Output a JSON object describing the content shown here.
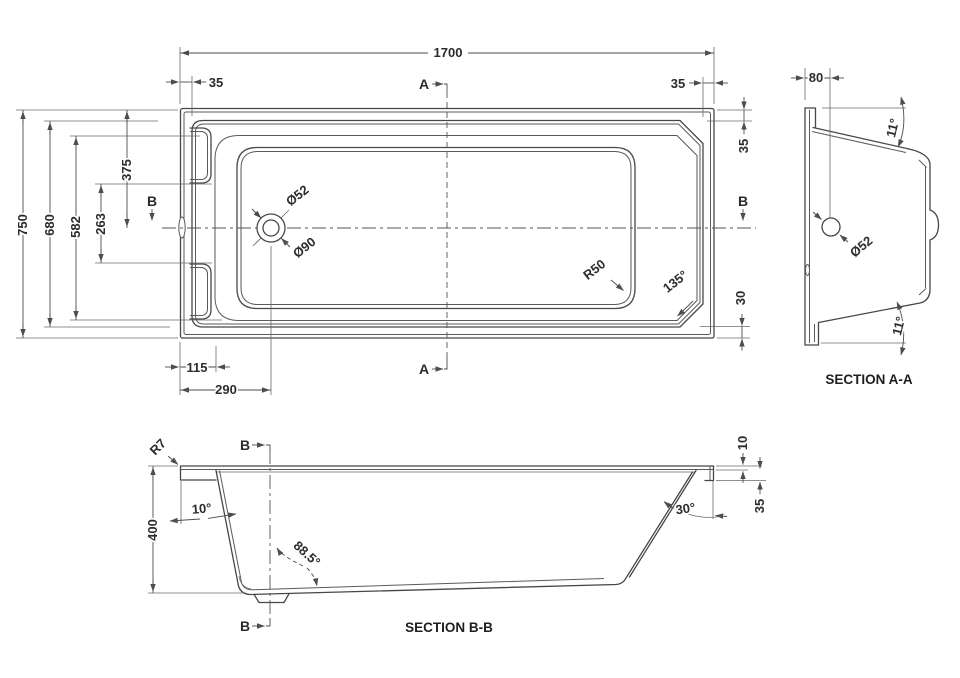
{
  "plan_view": {
    "length": "1700",
    "end_ledge_left": "35",
    "end_ledge_right": "35",
    "overall_width": "750",
    "rim_inner_width": "680",
    "wall_top_width": "582",
    "grip_spacing": "263",
    "centerline_offset": "375",
    "side_ledge_top": "35",
    "side_ledge_bottom": "30",
    "waste_offset": "115",
    "waste_center": "290",
    "waste_diameter": "Ø52",
    "overflow_diameter": "Ø90",
    "floor_radius": "R50",
    "rim_corner_angle": "135°",
    "section_marker_a": "A",
    "section_marker_b": "B"
  },
  "section_aa": {
    "title": "SECTION A-A",
    "rim_to_waste": "80",
    "top_slope": "11°",
    "base_slope": "11°",
    "waste_diameter": "Ø52"
  },
  "section_bb": {
    "title": "SECTION B-B",
    "depth": "400",
    "rim_edge_radius": "R7",
    "head_wall_angle": "10°",
    "floor_angle": "88.5°",
    "foot_wall_angle": "30°",
    "rim_thickness": "10",
    "rim_overhang": "35",
    "section_marker_b": "B"
  }
}
